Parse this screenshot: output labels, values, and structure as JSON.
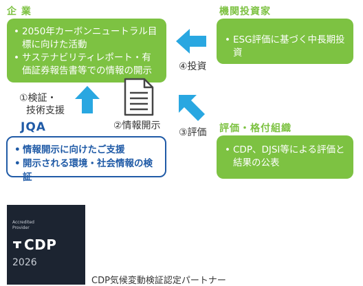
{
  "colors": {
    "green": "#7dc242",
    "arrow_blue": "#29a7e1",
    "jqa_blue": "#1f5aa6",
    "badge_bg": "#1c2431"
  },
  "company": {
    "heading": "企 業",
    "items": [
      "2050年カーボンニュートラル目標に向けた活動",
      "サステナビリティレポート・有価証券報告書等での情報の開示"
    ]
  },
  "investor": {
    "heading": "機関投資家",
    "items": [
      "ESG評価に基づく中長期投資"
    ]
  },
  "rating": {
    "heading": "評価・格付組織",
    "items": [
      "CDP、DJSI等による評価と結果の公表"
    ]
  },
  "steps": {
    "verify_line1": "①検証・",
    "verify_line2": "技術支援",
    "disclose": "②情報開示",
    "evaluate": "③評価",
    "invest": "④投資"
  },
  "jqa": {
    "logo": "JQA",
    "items": [
      "情報開示に向けたご支援",
      "開示される環境・社会情報の検証"
    ]
  },
  "badge": {
    "line1": "Accredited",
    "line2": "Provider",
    "brand": "CDP",
    "year": "2026"
  },
  "caption": "CDP気候変動検証認定パートナー",
  "icons": [
    "document-icon",
    "arrow-left-icon",
    "arrow-up-icon",
    "arrow-up-left-icon"
  ]
}
